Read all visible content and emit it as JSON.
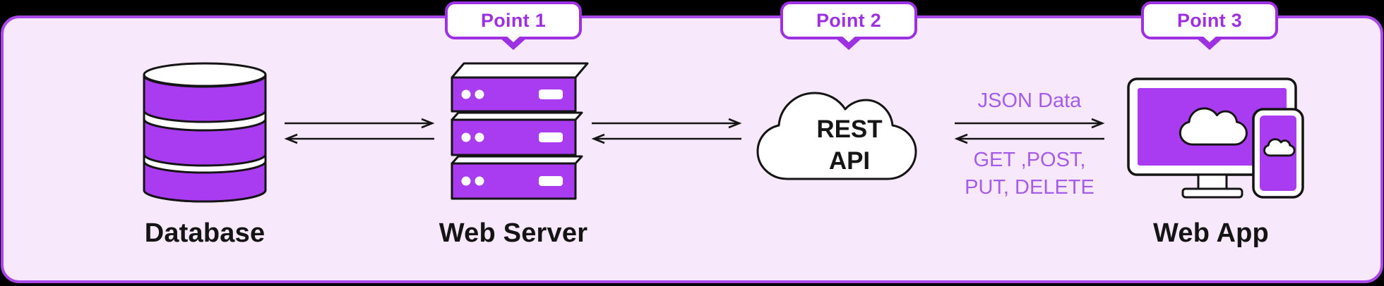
{
  "colors": {
    "page_bg": "#000000",
    "panel_bg": "#F7E9FB",
    "panel_border": "#A947E9",
    "icon_purple": "#A93BF0",
    "callout_purple": "#9E30E4",
    "text_purple": "#A55CE8",
    "outline_black": "#141414"
  },
  "callouts": [
    {
      "label": "Point 1"
    },
    {
      "label": "Point 2"
    },
    {
      "label": "Point 3"
    }
  ],
  "nodes": [
    {
      "id": "database",
      "label": "Database",
      "icon": "database-cylinder-icon"
    },
    {
      "id": "web-server",
      "label": "Web Server",
      "icon": "server-stack-icon"
    },
    {
      "id": "rest-api",
      "label_lines": [
        "REST",
        "API"
      ],
      "icon": "cloud-icon"
    },
    {
      "id": "web-app",
      "label": "Web App",
      "icon": "monitor-phone-icon"
    }
  ],
  "connections": {
    "json_data_label": "JSON Data",
    "methods_labels": [
      "GET ,POST,",
      "PUT, DELETE"
    ]
  }
}
